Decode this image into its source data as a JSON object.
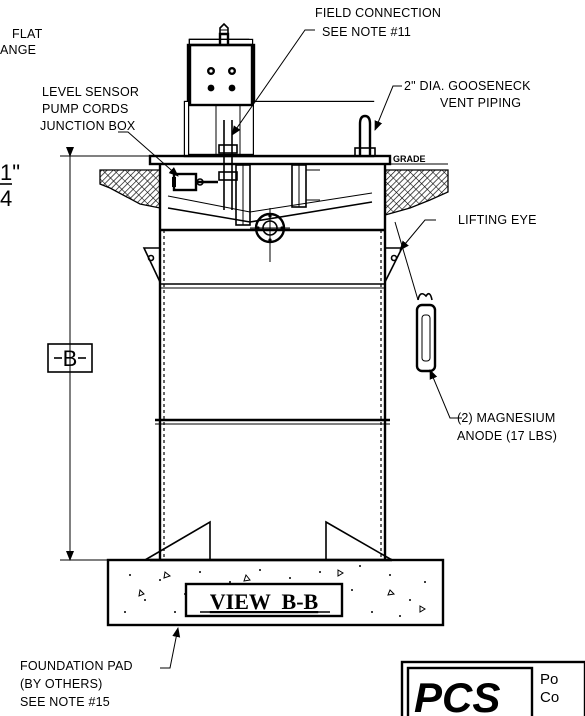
{
  "labels": {
    "flat_flange_line1": "FLAT",
    "flat_flange_line2": "ANGE",
    "field_connection_line1": "FIELD CONNECTION",
    "field_connection_line2": "SEE NOTE #11",
    "level_sensor_line1": "LEVEL SENSOR",
    "level_sensor_line2": "PUMP CORDS",
    "level_sensor_line3": "JUNCTION BOX",
    "gooseneck_line1": "2\" DIA. GOOSENECK",
    "gooseneck_line2": "VENT PIPING",
    "grade": "GRADE",
    "lifting_eye": "LIFTING EYE",
    "anode_line1": "(2) MAGNESIUM",
    "anode_line2": "ANODE (17 LBS)",
    "foundation_line1": "FOUNDATION PAD",
    "foundation_line2": "(BY OTHERS)",
    "foundation_line3": "SEE NOTE #15",
    "dimension_b": "B",
    "view_title": "VIEW  B-B",
    "frac_top": "1\"",
    "frac_bottom": "4"
  },
  "logo": {
    "text": "PCS",
    "side_line1": "Po",
    "side_line2": "Co"
  }
}
